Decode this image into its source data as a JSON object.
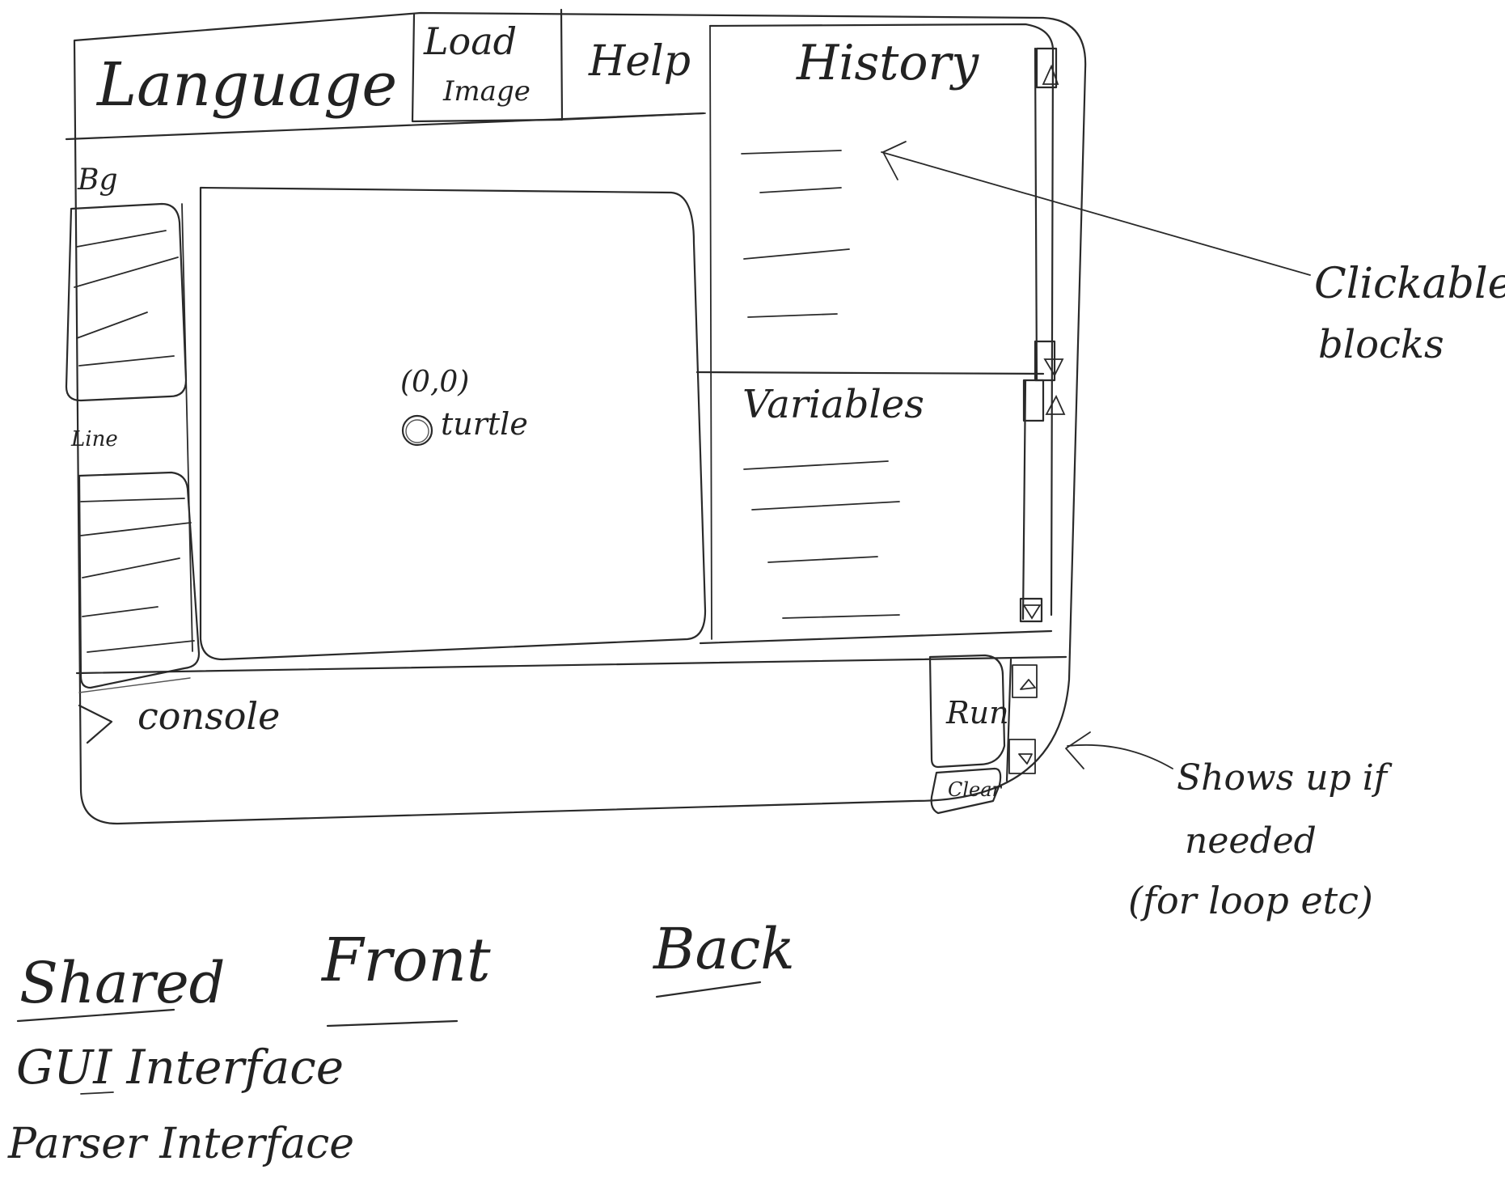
{
  "menu": {
    "language_label": "Language",
    "load_image_line1": "Load",
    "load_image_line2": "Image",
    "help_label": "Help"
  },
  "left_panels": {
    "bg_label": "Bg",
    "line_label": "Line"
  },
  "canvas": {
    "origin_label": "(0,0)",
    "turtle_label": "turtle"
  },
  "right_panels": {
    "history_title": "History",
    "variables_title": "Variables"
  },
  "console": {
    "prompt_symbol": ">",
    "label": "console",
    "run_label": "Run",
    "clear_label": "Clear"
  },
  "annotations": {
    "clickable_line1": "Clickable",
    "clickable_line2": "blocks",
    "shows_line1": "Shows up if",
    "shows_line2": "needed",
    "shows_line3": "(for loop etc)"
  },
  "legend": {
    "shared": "Shared",
    "front": "Front",
    "back": "Back",
    "gui_interface": "GUI Interface",
    "parser_interface": "Parser Interface"
  }
}
